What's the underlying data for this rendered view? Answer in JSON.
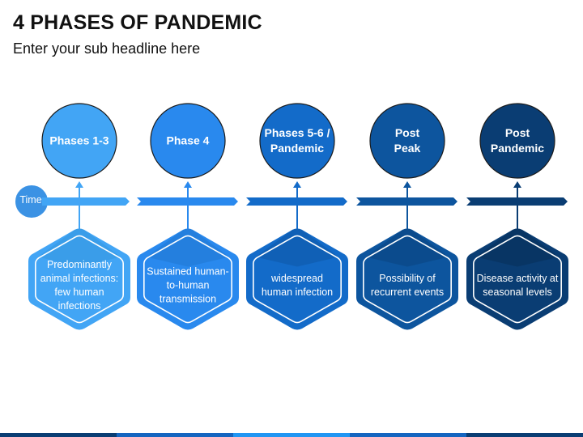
{
  "title": "4 PHASES OF PANDEMIC",
  "subtitle": "Enter your sub headline here",
  "time_label": "Time",
  "phases": [
    {
      "circle": "Phases 1-3",
      "hex": "Predominantly\nanimal infections:\nfew human\ninfections",
      "color": "#42A5F5",
      "hex_top": "#3A9CE8"
    },
    {
      "circle": "Phase 4",
      "hex": "Sustained human-\nto-human\ntransmission",
      "color": "#2989EE",
      "hex_top": "#237EDB"
    },
    {
      "circle": "Phases 5-6 /\nPandemic",
      "hex": "widespread\nhuman infection",
      "color": "#136BC9",
      "hex_top": "#115FB4"
    },
    {
      "circle": "Post\nPeak",
      "hex": "Possibility of\nrecurrent events",
      "color": "#0D559E",
      "hex_top": "#0B4A8B"
    },
    {
      "circle": "Post\nPandemic",
      "hex": "Disease activity at\nseasonal levels",
      "color": "#0A3D73",
      "hex_top": "#083463"
    }
  ],
  "colors": {
    "time_circle": "#3B92E4",
    "bottom_bar": [
      "#0A3D73",
      "#1565C0",
      "#2196F3",
      "#1565C0",
      "#0A3D73"
    ]
  }
}
